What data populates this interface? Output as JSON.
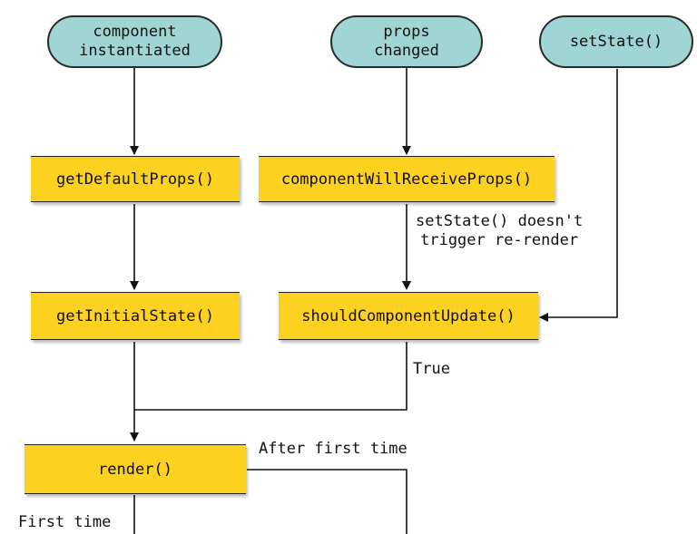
{
  "diagram": {
    "start_nodes": {
      "instantiated": "component\ninstantiated",
      "props_changed": "props\nchanged",
      "set_state": "setState()"
    },
    "methods": {
      "get_default_props": "getDefaultProps()",
      "component_will_receive_props": "componentWillReceiveProps()",
      "get_initial_state": "getInitialState()",
      "should_component_update": "shouldComponentUpdate()",
      "render": "render()"
    },
    "labels": {
      "set_state_note": "setState() doesn't\ntrigger re-render",
      "true": "True",
      "after_first_time": "After first time",
      "first_time": "First time"
    },
    "colors": {
      "start_node_fill": "#9fd5d3",
      "method_fill": "#fdd11f",
      "line": "#111111"
    }
  }
}
